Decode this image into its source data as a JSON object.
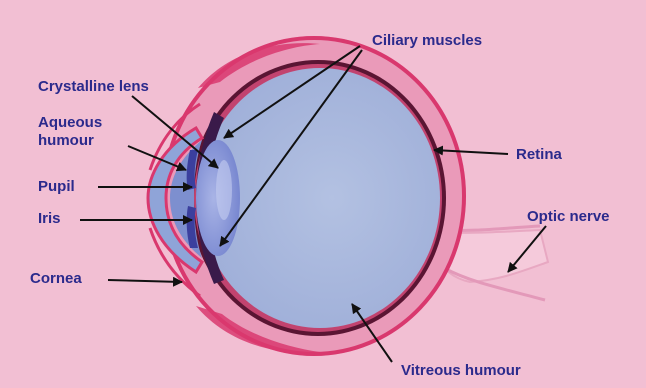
{
  "labels": {
    "ciliary_muscles": "Ciliary muscles",
    "crystalline_lens": "Crystalline lens",
    "aqueous_humour": "Aqueous humour",
    "pupil": "Pupil",
    "iris": "Iris",
    "retina": "Retina",
    "optic_nerve": "Optic nerve",
    "cornea": "Cornea",
    "vitreous_humour": "Vitreous humour"
  },
  "colors": {
    "background": "#f2bfd3",
    "label_text": "#2b2a8c",
    "arrow": "#111111",
    "sclera": "#d9386e",
    "choroid": "#5a1533",
    "vitreous": "#a9b8dc",
    "lens": "#8b97d6",
    "cornea": "#8fa4d8"
  }
}
